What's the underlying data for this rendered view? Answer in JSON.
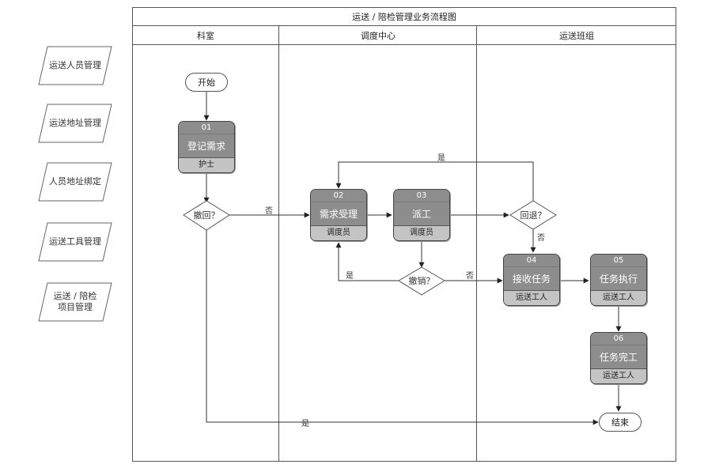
{
  "title": "运送 / 陪检管理业务流程图",
  "lanes": [
    "科室",
    "调度中心",
    "运送班组"
  ],
  "menu": [
    "运送人员管理",
    "运送地址管理",
    "人员地址绑定",
    "运送工具管理",
    "运送 / 陪检\n项目管理"
  ],
  "start": "开始",
  "end": "结束",
  "processes": [
    {
      "num": "01",
      "name": "登记需求",
      "role": "护士"
    },
    {
      "num": "02",
      "name": "需求受理",
      "role": "调度员"
    },
    {
      "num": "03",
      "name": "派工",
      "role": "调度员"
    },
    {
      "num": "04",
      "name": "接收任务",
      "role": "运送工人"
    },
    {
      "num": "05",
      "name": "任务执行",
      "role": "运送工人"
    },
    {
      "num": "06",
      "name": "任务完工",
      "role": "运送工人"
    }
  ],
  "decisions": [
    "撤回？",
    "撤销？",
    "回退？"
  ],
  "edge_labels": {
    "yes": "是",
    "no": "否"
  }
}
